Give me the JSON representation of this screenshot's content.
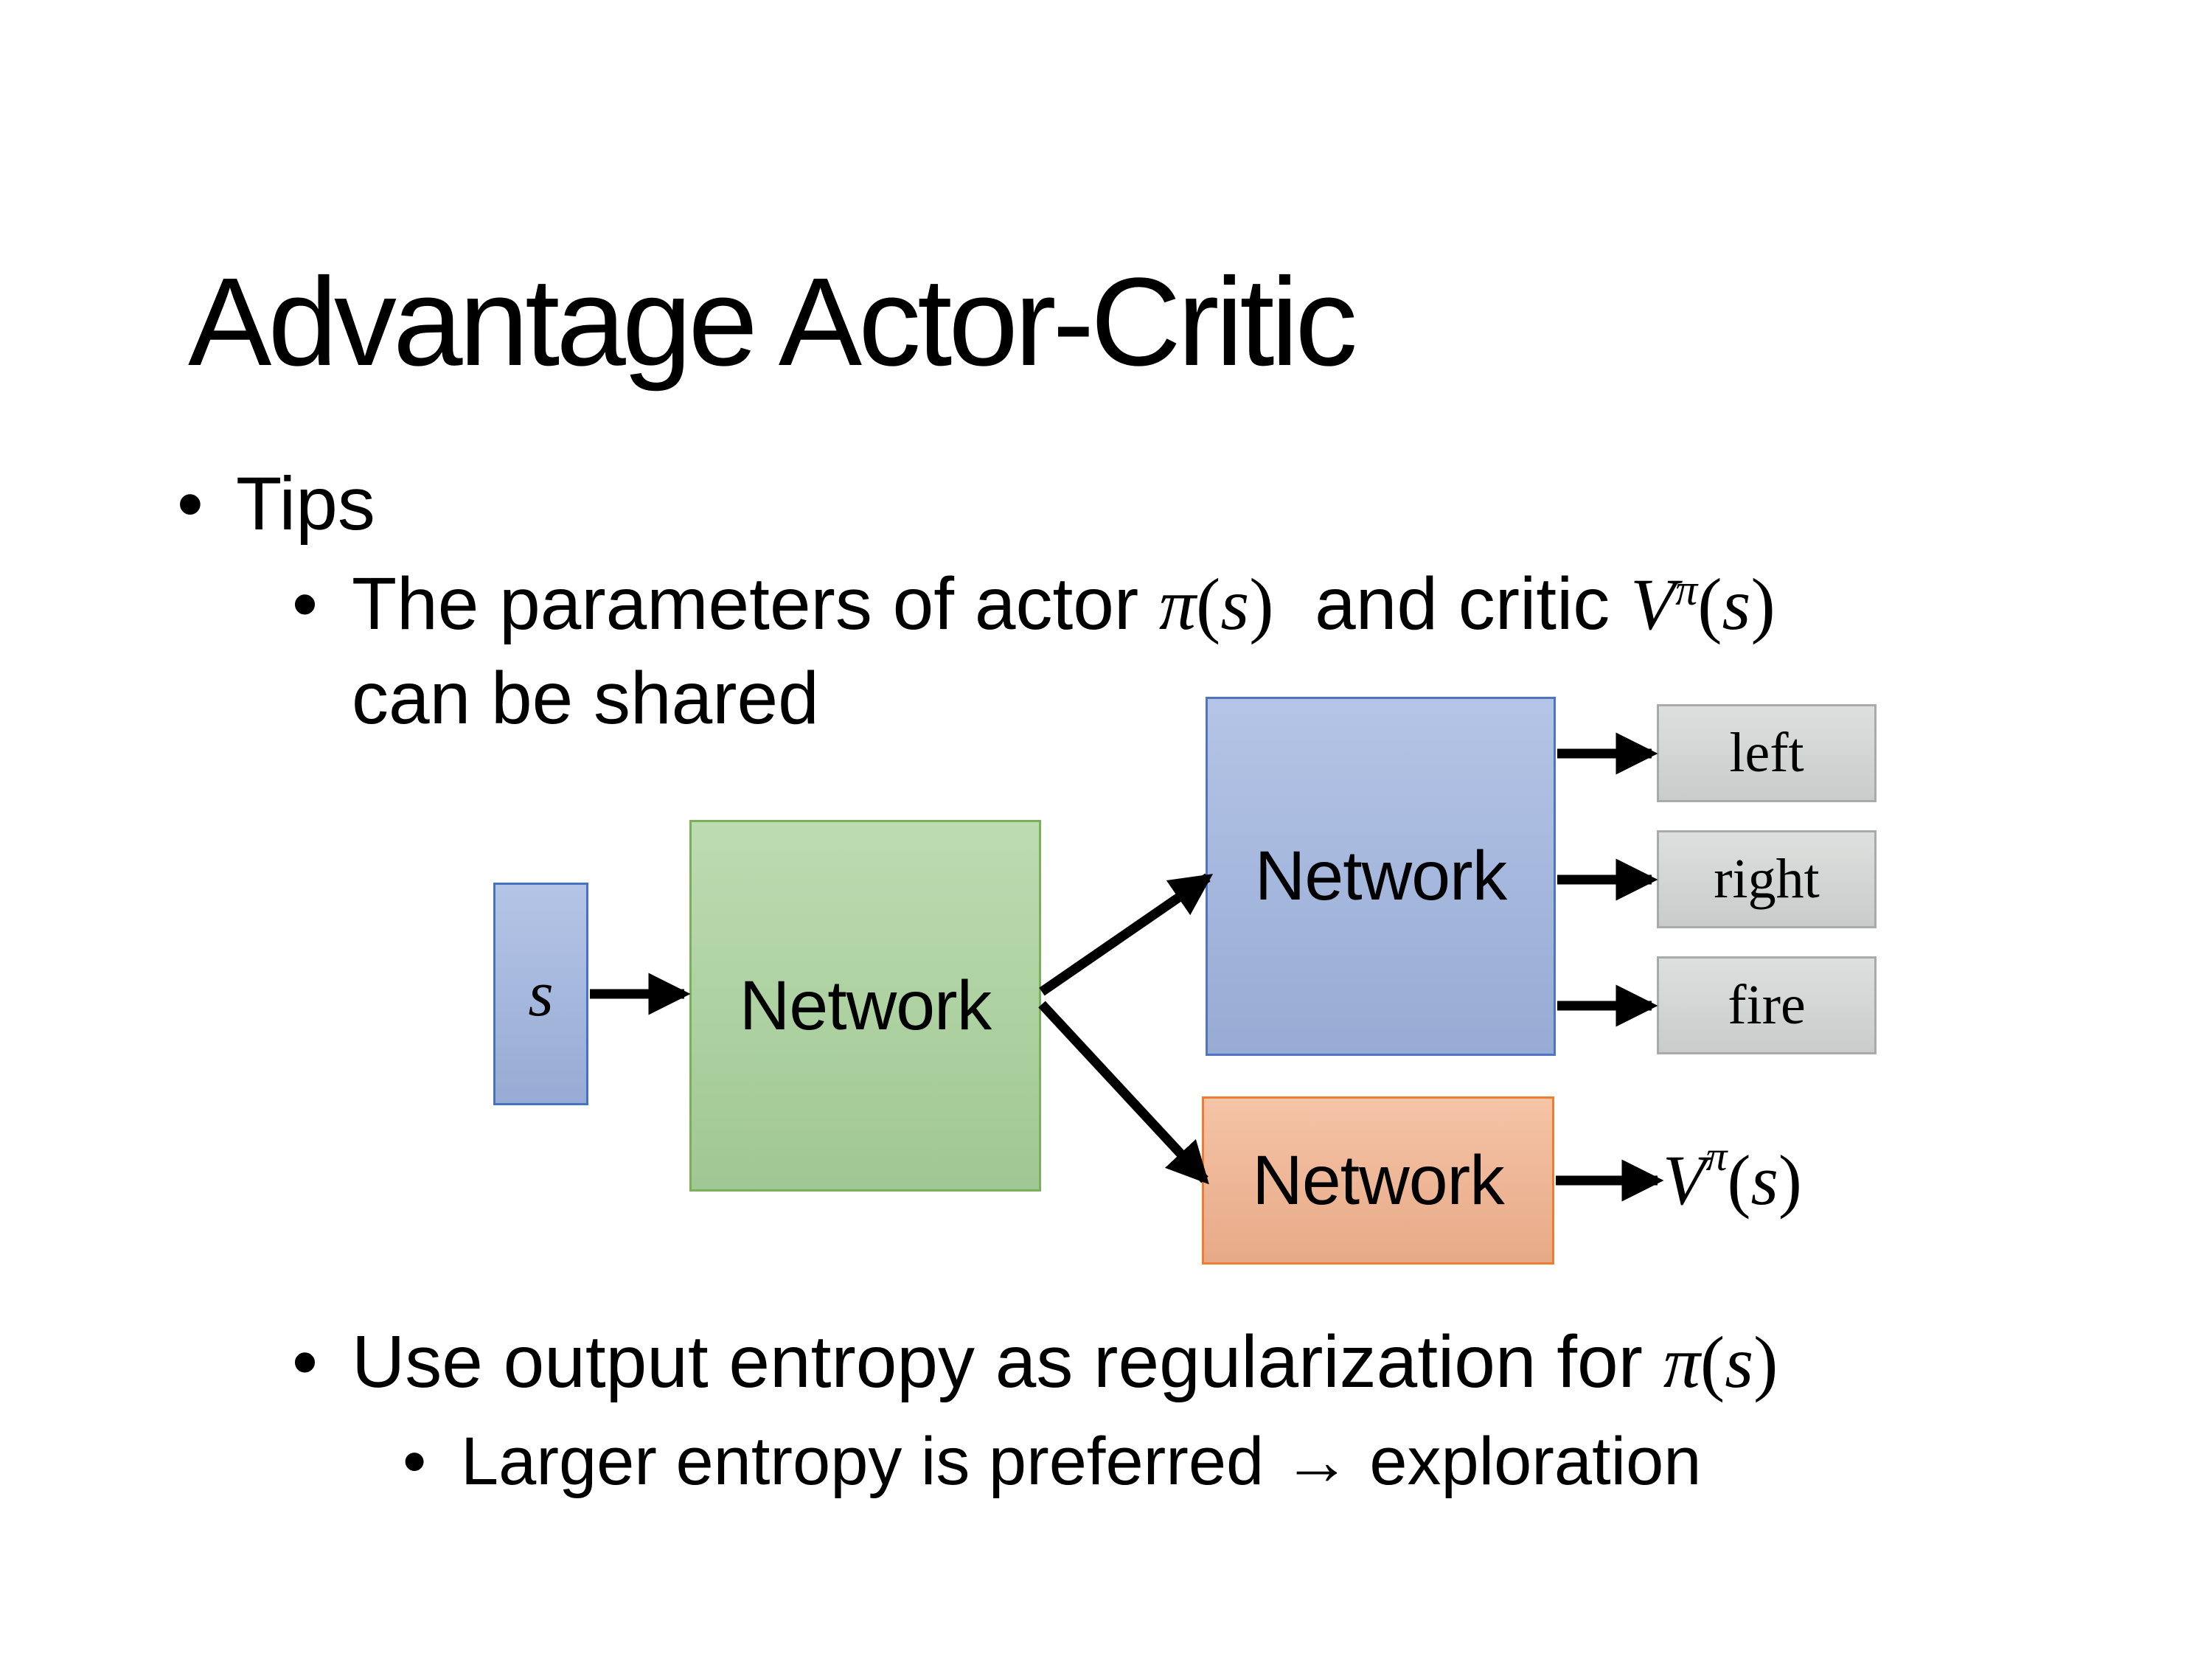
{
  "title": "Advantage Actor-Critic",
  "bullets": {
    "tips": "Tips",
    "shared_line1": [
      {
        "t": "The parameters of actor ",
        "c": "t"
      },
      {
        "t": "π",
        "c": "m"
      },
      {
        "t": "(",
        "c": "mp"
      },
      {
        "t": "s",
        "c": "m"
      },
      {
        "t": ")",
        "c": "mp"
      },
      {
        "t": "  and critic ",
        "c": "t"
      },
      {
        "t": "V",
        "c": "m"
      },
      {
        "t": "π",
        "c": "ms"
      },
      {
        "t": "(",
        "c": "mp"
      },
      {
        "t": "s",
        "c": "m"
      },
      {
        "t": ")",
        "c": "mp"
      }
    ],
    "shared_line2": "can be shared",
    "entropy_line": [
      {
        "t": "Use output entropy as regularization for ",
        "c": "t"
      },
      {
        "t": "π",
        "c": "m"
      },
      {
        "t": "(",
        "c": "mp"
      },
      {
        "t": "s",
        "c": "m"
      },
      {
        "t": ")",
        "c": "mp"
      }
    ],
    "larger_line": "Larger entropy is preferred → exploration",
    "bullet_glyph": "•"
  },
  "diagram": {
    "state_label": "s",
    "shared_network_label": "Network",
    "actor_network_label": "Network",
    "critic_network_label": "Network",
    "actions": [
      "left",
      "right",
      "fire"
    ],
    "critic_output": [
      {
        "t": "V",
        "c": "m"
      },
      {
        "t": "π",
        "c": "ms"
      },
      {
        "t": "(",
        "c": "mp"
      },
      {
        "t": "s",
        "c": "m"
      },
      {
        "t": ")",
        "c": "mp"
      }
    ]
  },
  "colors": {
    "state_fill": "#9FB4DF",
    "state_border": "#4472C4",
    "shared_fill": "#A9D29B",
    "shared_border": "#7CAF5C",
    "actor_fill": "#9FB4DF",
    "actor_border": "#4E74C2",
    "critic_fill": "#F3B38E",
    "critic_border": "#ED7D31",
    "action_fill": "#D4D7D5",
    "action_border": "#A8ABAA",
    "arrow": "#000000",
    "slide_background": "#FFFFFF"
  }
}
